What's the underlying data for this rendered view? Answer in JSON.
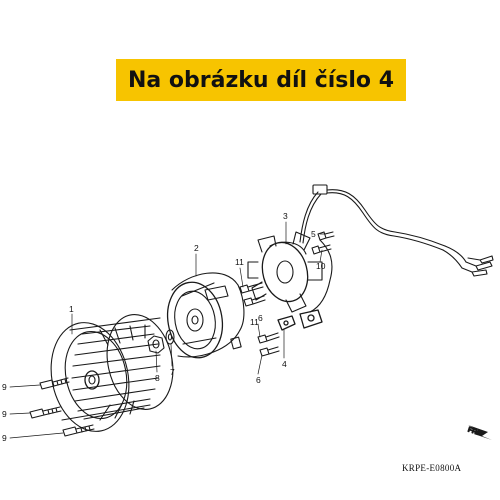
{
  "banner": {
    "text": "Na obrázku díl číslo 4",
    "color": "#f7c400"
  },
  "diagram": {
    "code": "KRPE-E0800A",
    "direction_label": "FR.",
    "part_labels": {
      "p1": "1",
      "p2": "2",
      "p3": "3",
      "p4": "4",
      "p5": "5",
      "p6a": "6",
      "p6b": "6",
      "p7": "7",
      "p8": "8",
      "p9a": "9",
      "p9b": "9",
      "p9c": "9",
      "p10": "10",
      "p11a": "11",
      "p11b": "11"
    }
  }
}
